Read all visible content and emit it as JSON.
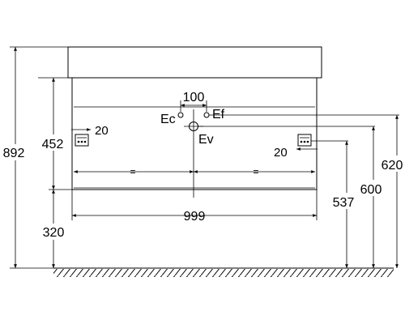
{
  "dimensions": {
    "total_height": "892",
    "drawer_height": "452",
    "bottom_height": "320",
    "width": "999",
    "outlet_spacing": "100",
    "bracket_offset_left": "20",
    "bracket_offset_right": "20",
    "height_537": "537",
    "height_600": "600",
    "height_620": "620"
  },
  "labels": {
    "ec": "Ec",
    "ef": "Ef",
    "ev": "Ev",
    "equal_left": "=",
    "equal_right": "="
  }
}
